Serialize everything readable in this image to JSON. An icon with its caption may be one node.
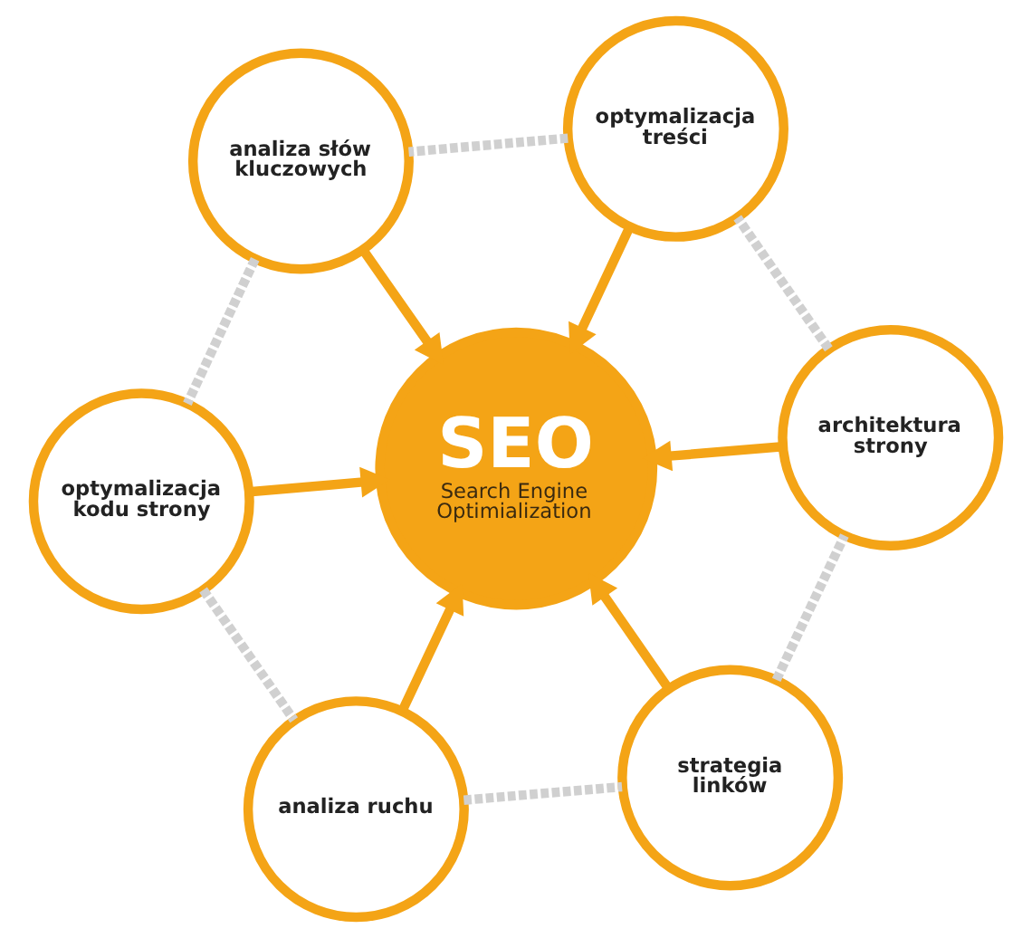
{
  "diagram": {
    "nodes": [
      {
        "text": [
          "strategia linków"
        ]
      },
      {
        "text": [
          "architektura strony"
        ]
      },
      {
        "text": [
          "analiza ruchu"
        ]
      },
      {
        "text": [
          "SEO",
          "Search Engine Optimialization"
        ]
      },
      {
        "text": [
          "optymalizacja treści"
        ]
      },
      {
        "text": [
          "optymalizacja kodu strony"
        ]
      },
      {
        "text": [
          "analiza słów kluczowych"
        ]
      }
    ],
    "edges": [
      {
        "from": 0,
        "to": 3,
        "arrow": "to"
      },
      {
        "from": 1,
        "to": 3,
        "arrow": "to"
      },
      {
        "from": 2,
        "to": 3,
        "arrow": "to"
      },
      {
        "from": 4,
        "to": 3,
        "arrow": "to"
      },
      {
        "from": 5,
        "to": 3,
        "arrow": "to"
      },
      {
        "from": 6,
        "to": 3,
        "arrow": "to"
      },
      {
        "from": 0,
        "to": 1,
        "arrow": "none",
        "style": "dashed",
        "color": "#d0d0d0"
      },
      {
        "from": 1,
        "to": 4,
        "arrow": "none",
        "style": "dashed",
        "color": "#d0d0d0"
      },
      {
        "from": 4,
        "to": 6,
        "arrow": "none",
        "style": "dashed",
        "color": "#d0d0d0"
      },
      {
        "from": 6,
        "to": 5,
        "arrow": "none",
        "style": "dashed",
        "color": "#d0d0d0"
      },
      {
        "from": 5,
        "to": 2,
        "arrow": "none",
        "style": "dashed",
        "color": "#d0d0d0"
      },
      {
        "from": 2,
        "to": 0,
        "arrow": "none",
        "style": "dashed",
        "color": "#d0d0d0"
      }
    ]
  }
}
